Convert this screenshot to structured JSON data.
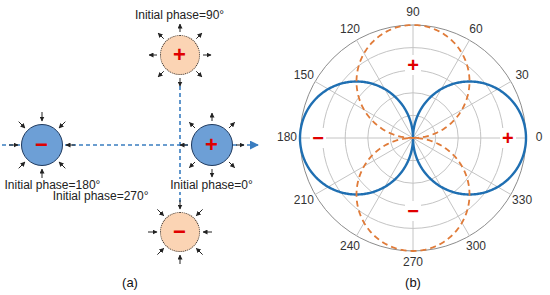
{
  "diagram": {
    "nodes": [
      {
        "text": [
          "Initial phase=90°",
          "+"
        ]
      },
      {
        "text": [
          "−",
          "Initial phase=180°"
        ]
      },
      {
        "text": [
          "+",
          "Initial phase=0°"
        ]
      },
      {
        "text": [
          "Initial phase=270°",
          "−"
        ]
      }
    ],
    "labels": [
      "(a)",
      "(b)",
      "0",
      "30",
      "60",
      "90",
      "120",
      "150",
      "180",
      "210",
      "240",
      "270",
      "300",
      "330",
      "+",
      "−",
      "+",
      "−"
    ]
  }
}
